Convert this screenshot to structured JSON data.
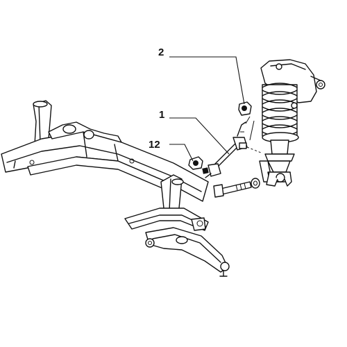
{
  "callouts": [
    {
      "id": "c2",
      "label": "2"
    },
    {
      "id": "c1",
      "label": "1"
    },
    {
      "id": "c12",
      "label": "12"
    }
  ]
}
